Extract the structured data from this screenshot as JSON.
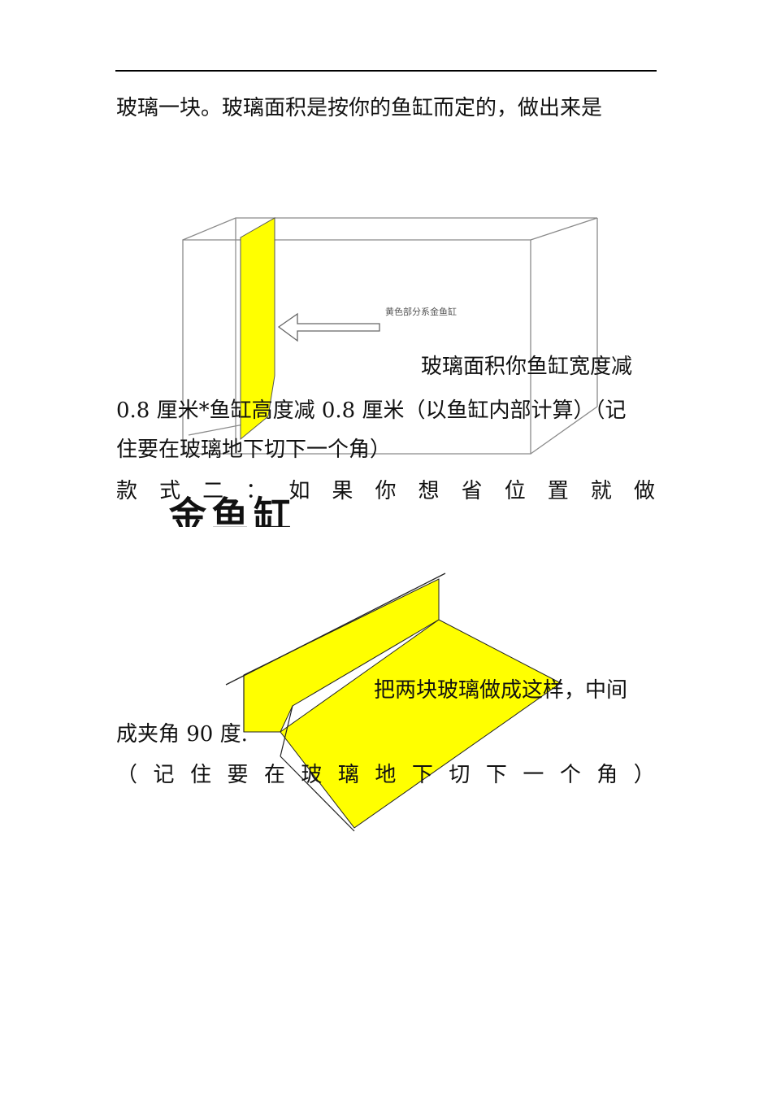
{
  "doc": {
    "line1": "玻璃一块。玻璃面积是按你的鱼缸而定的，做出来是",
    "fig1_label": "黄色部分系金鱼缸",
    "line2": "玻璃面积你鱼缸宽度减",
    "line3_parts": [
      "0.8 厘米*鱼缸高度减 0.8 厘米（以鱼缸内部计算）（记"
    ],
    "line4": "住要在玻璃地下切下一个角）",
    "line5_chars": [
      "款",
      "式",
      "二",
      "：",
      "如",
      "果",
      "你",
      "想",
      "省",
      "位",
      "置",
      "就",
      "做"
    ],
    "big_text": "金鱼缸",
    "line6": "把两块玻璃做成这样，中间",
    "line7": "成夹角 90 度.",
    "line8_chars": [
      "（",
      "记",
      "住",
      "要",
      "在",
      "玻",
      "璃",
      "地",
      "下",
      "切",
      "下",
      "一",
      "个",
      "角",
      "）"
    ]
  },
  "colors": {
    "glass_yellow": "#ffff00",
    "outline": "#8a8a8a",
    "dark_line": "#222222"
  }
}
